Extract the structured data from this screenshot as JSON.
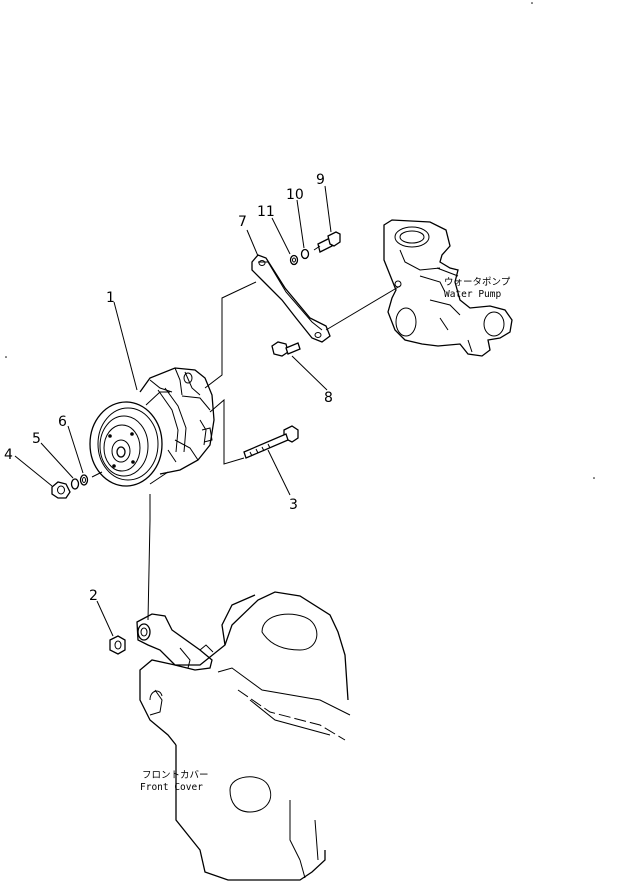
{
  "parts": [
    {
      "number": "1"
    },
    {
      "number": "2"
    },
    {
      "number": "3"
    },
    {
      "number": "4"
    },
    {
      "number": "5"
    },
    {
      "number": "6"
    },
    {
      "number": "7"
    },
    {
      "number": "8"
    },
    {
      "number": "9"
    },
    {
      "number": "10"
    },
    {
      "number": "11"
    }
  ],
  "callouts": {
    "water_pump_jp": "ウォータポンプ",
    "water_pump_en": "Water  Pump",
    "front_cover_jp": "フロントカバー",
    "front_cover_en": "Front  Cover"
  }
}
